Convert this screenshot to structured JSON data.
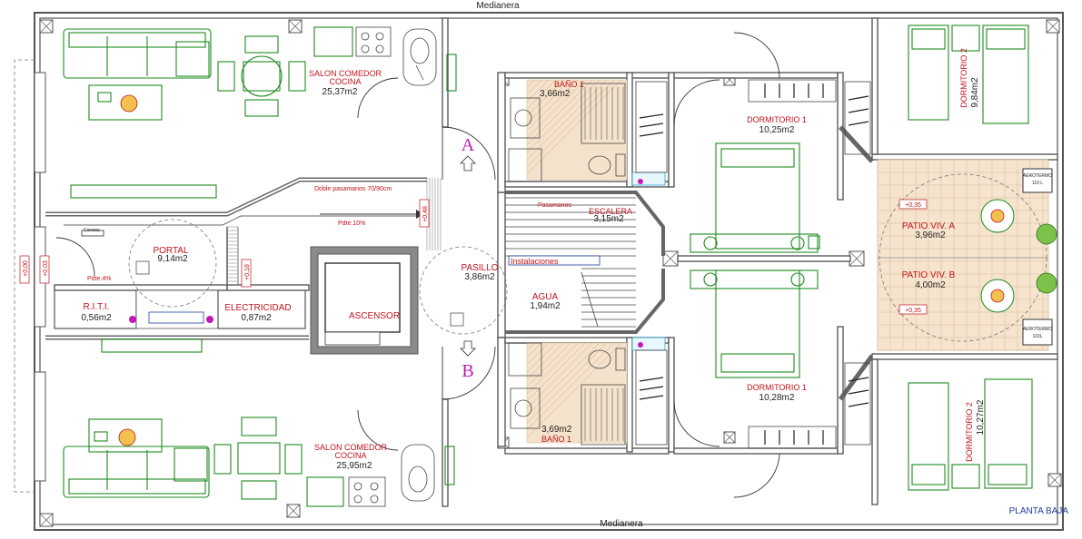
{
  "borders": {
    "top": "Medianera",
    "bottom": "Medianera"
  },
  "plan_title": "PLANTA BAJA",
  "entrances": {
    "a": "A",
    "b": "B"
  },
  "rooms": {
    "salon_a": {
      "name_line1": "SALON COMEDOR",
      "name_line2": "COCINA",
      "area": "25,37m2"
    },
    "salon_b": {
      "name_line1": "SALON COMEDOR",
      "name_line2": "COCINA",
      "area": "25,95m2"
    },
    "bano_a": {
      "name": "BAÑO 1",
      "area": "3,66m2"
    },
    "bano_b": {
      "name": "BAÑO 1",
      "area": "3,69m2"
    },
    "dorm1_a": {
      "name": "DORMITORIO 1",
      "area": "10,25m2"
    },
    "dorm1_b": {
      "name": "DORMITORIO 1",
      "area": "10,28m2"
    },
    "dorm2_a": {
      "name": "DORMITORIO 2",
      "area": "9,84m2"
    },
    "dorm2_b": {
      "name": "DORMITORIO 2",
      "area": "10,27m2"
    },
    "portal": {
      "name": "PORTAL",
      "area": "9,14m2"
    },
    "riti": {
      "name": "R.I.T.I.",
      "area": "0,56m2"
    },
    "electricidad": {
      "name": "ELECTRICIDAD",
      "area": "0,87m2"
    },
    "ascensor": {
      "name": "ASCENSOR"
    },
    "pasillo": {
      "name": "PASILLO",
      "area": "3,86m2"
    },
    "escalera": {
      "name": "ESCALERA",
      "area": "3,15m2"
    },
    "agua": {
      "name": "AGUA",
      "area": "1,94m2"
    },
    "patio_a": {
      "name": "PATIO VIV. A",
      "area": "3,96m2"
    },
    "patio_b": {
      "name": "PATIO VIV. B",
      "area": "4,00m2"
    }
  },
  "notes": {
    "pasamanos": "Doble pasamanos 70/90cm",
    "pendiente_rampa": "Pdte.10%",
    "pendiente_portal": "Pdte.4%",
    "pasamanos_escalera": "Pasamanos",
    "instalaciones": "Instalaciones",
    "correos": "Correos",
    "aerotermo_a_line1": "AEROTERMO",
    "aerotermo_a_line2": "110 L",
    "aerotermo_b_line1": "AEROTERMO",
    "aerotermo_b_line2": "110L"
  },
  "levels": {
    "patio_a": "+0,35",
    "patio_b": "+0,35",
    "ramp_top": "+0,48",
    "ramp_bottom": "+0,18",
    "portal_inner": "+0,03",
    "street": "+0,00"
  }
}
